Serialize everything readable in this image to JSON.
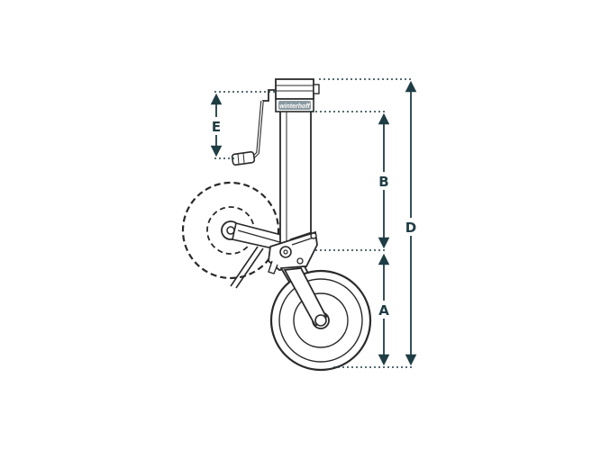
{
  "colors": {
    "line": "#2a2a2a",
    "dimension": "#1f3d44",
    "background": "#ffffff",
    "logo_bg": "#8a9aa0"
  },
  "logo": {
    "text": "winterhoff"
  },
  "dimensions": [
    {
      "id": "E",
      "label": "E"
    },
    {
      "id": "B",
      "label": "B"
    },
    {
      "id": "D",
      "label": "D"
    },
    {
      "id": "A",
      "label": "A"
    }
  ]
}
